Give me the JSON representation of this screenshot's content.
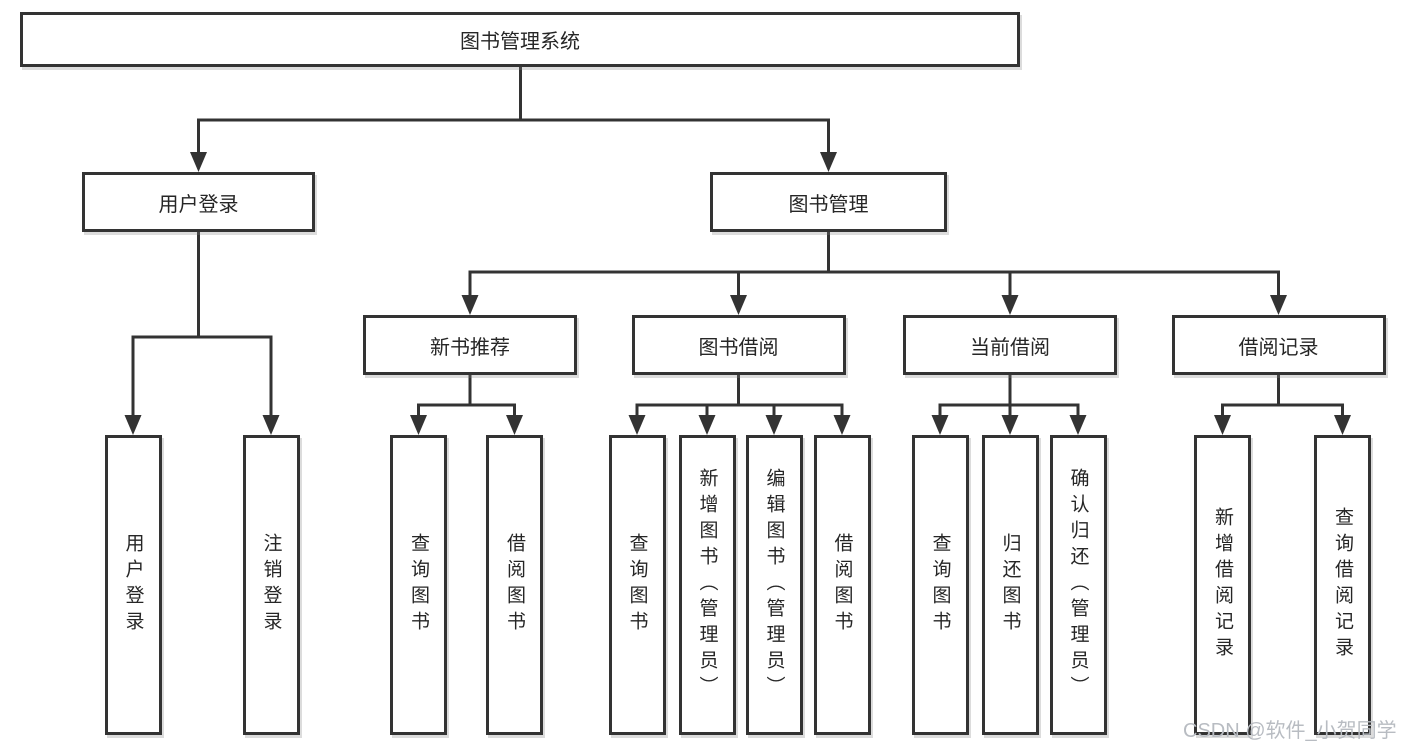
{
  "diagram": {
    "type": "hierarchy-tree",
    "colors": {
      "line": "#333333",
      "box_border": "#333333",
      "box_fill": "#ffffff",
      "text": "#262626",
      "background": "#ffffff",
      "watermark_text_color": "#b8bcc2"
    },
    "root": {
      "label": "图书管理系统"
    },
    "level2": [
      {
        "label": "用户登录",
        "parent": "图书管理系统"
      },
      {
        "label": "图书管理",
        "parent": "图书管理系统"
      }
    ],
    "level3": [
      {
        "label": "新书推荐",
        "parent": "图书管理"
      },
      {
        "label": "图书借阅",
        "parent": "图书管理"
      },
      {
        "label": "当前借阅",
        "parent": "图书管理"
      },
      {
        "label": "借阅记录",
        "parent": "图书管理"
      }
    ],
    "leaves": [
      {
        "label": "用户登录",
        "parent": "用户登录"
      },
      {
        "label": "注销登录",
        "parent": "用户登录"
      },
      {
        "label": "查询图书",
        "parent": "新书推荐"
      },
      {
        "label": "借阅图书",
        "parent": "新书推荐"
      },
      {
        "label": "查询图书",
        "parent": "图书借阅"
      },
      {
        "label": "新增图书（管理员）",
        "parent": "图书借阅"
      },
      {
        "label": "编辑图书（管理员）",
        "parent": "图书借阅"
      },
      {
        "label": "借阅图书",
        "parent": "图书借阅"
      },
      {
        "label": "查询图书",
        "parent": "当前借阅"
      },
      {
        "label": "归还图书",
        "parent": "当前借阅"
      },
      {
        "label": "确认归还（管理员）",
        "parent": "当前借阅"
      },
      {
        "label": "新增借阅记录",
        "parent": "借阅记录"
      },
      {
        "label": "查询借阅记录",
        "parent": "借阅记录"
      }
    ],
    "watermark": "CSDN @软件_小贺同学"
  }
}
